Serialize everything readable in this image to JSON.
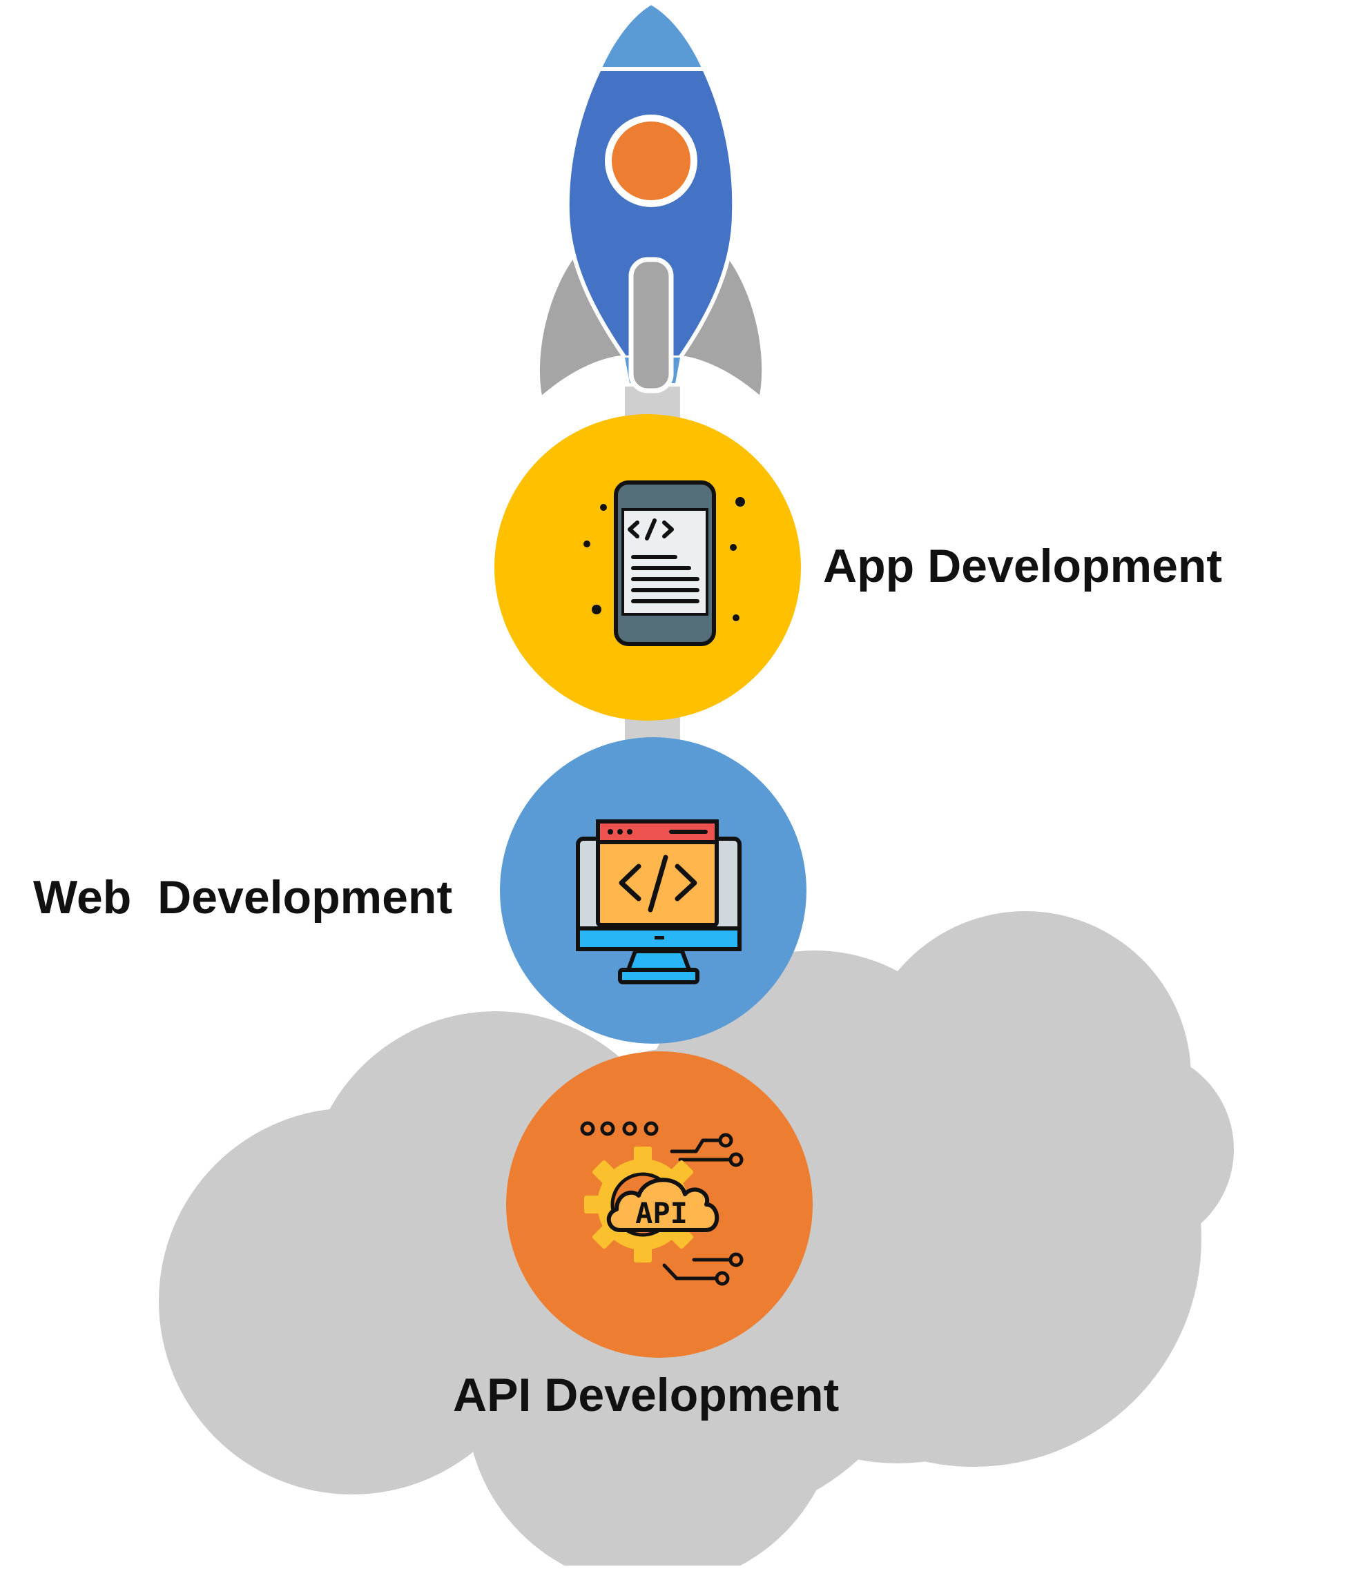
{
  "labels": {
    "app": "App Development",
    "web": "Web  Development",
    "api": "API Development",
    "api_icon_text": "API"
  },
  "colors": {
    "background": "#ffffff",
    "cloud": "#cbcbcb",
    "rocket_body": "#4472c4",
    "rocket_nose": "#5b9bd5",
    "rocket_window": "#ed7d31",
    "rocket_fins": "#a5a5a5",
    "app_circle": "#ffc000",
    "web_circle": "#5b9bd5",
    "api_circle": "#ed7d31"
  },
  "icons": {
    "rocket": "rocket-icon",
    "app": "mobile-code-icon",
    "web": "monitor-code-icon",
    "api": "api-cloud-gear-icon"
  }
}
